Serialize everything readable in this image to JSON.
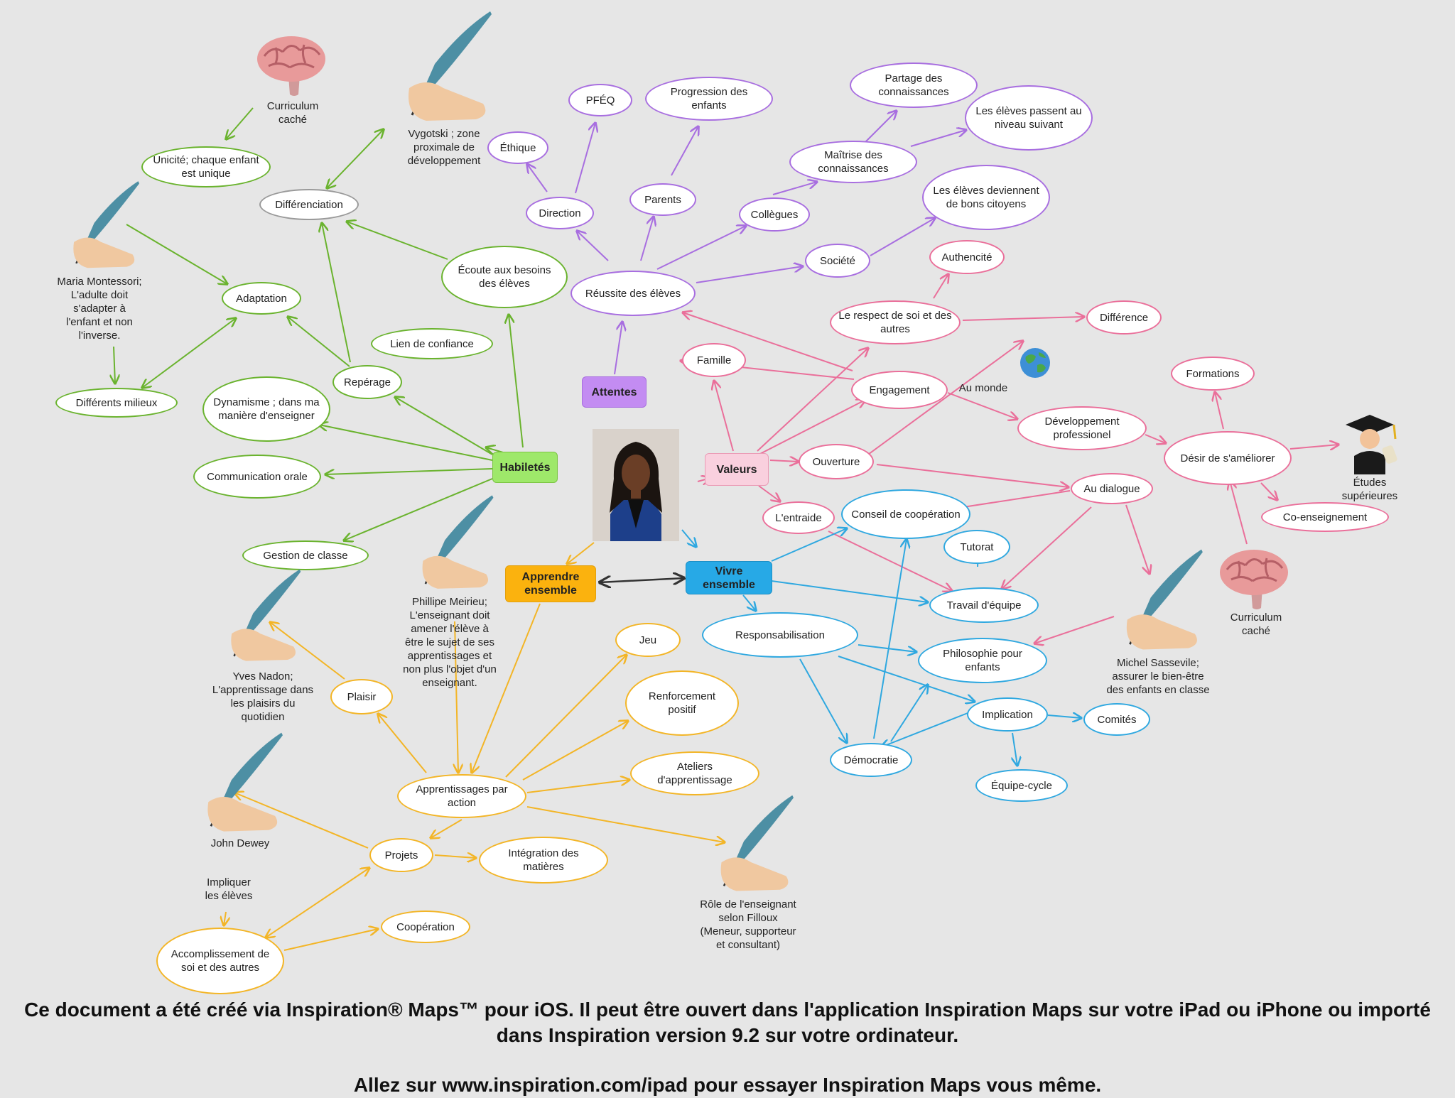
{
  "colors": {
    "green": "#6ab32e",
    "purple": "#a86ee0",
    "pink": "#ea6f9a",
    "blue": "#2fa8e0",
    "orange": "#f3b526",
    "dark": "#333333",
    "habiletes_fill": "#9ee86a",
    "attentes_fill": "#c38cf2",
    "valeurs_fill": "#f9d0de",
    "vivre_fill": "#27a9e6",
    "apprendre_fill": "#fbb20e"
  },
  "icons": {
    "quill": "quill-hand-icon",
    "brain": "brain-icon",
    "globe": "globe-icon",
    "graduate": "graduate-icon",
    "photo": "person-photo"
  },
  "nodes": {
    "habiletes": "Habiletés",
    "attentes": "Attentes",
    "valeurs": "Valeurs",
    "apprendre": "Apprendre ensemble",
    "vivre": "Vivre ensemble",
    "differenciation": "Différenciation",
    "unicite": "Unicité; chaque enfant est unique",
    "adaptation": "Adaptation",
    "differents_milieux": "Différents milieux",
    "ecoute": "Écoute aux besoins des élèves",
    "lien_confiance": "Lien de confiance",
    "reperage": "Repérage",
    "dynamisme": "Dynamisme ; dans ma manière d'enseigner",
    "communication": "Communication orale",
    "gestion": "Gestion de classe",
    "reussite": "Réussite des élèves",
    "direction": "Direction",
    "ethique": "Éthique",
    "pfeq": "PFÉQ",
    "parents": "Parents",
    "progression": "Progression des enfants",
    "collegues": "Collègues",
    "maitrise": "Maîtrise des connaissances",
    "partage": "Partage des connaissances",
    "niveau_suivant": "Les élèves passent au niveau suivant",
    "societe": "Société",
    "bons_citoyens": "Les élèves deviennent de bons citoyens",
    "authenticite": "Authencité",
    "respect": "Le respect de soi et des autres",
    "difference": "Différence",
    "famille": "Famille",
    "engagement": "Engagement",
    "developpement": "Développement professionel",
    "desir": "Désir de s'améliorer",
    "formations": "Formations",
    "co_enseignement": "Co-enseignement",
    "ouverture": "Ouverture",
    "au_dialogue": "Au dialogue",
    "entraide": "L'entraide",
    "conseil": "Conseil de coopération",
    "tutorat": "Tutorat",
    "travail_equipe": "Travail d'équipe",
    "responsabilisation": "Responsabilisation",
    "philosophie": "Philosophie pour enfants",
    "implication": "Implication",
    "comites": "Comités",
    "equipe_cycle": "Équipe-cycle",
    "democratie": "Démocratie",
    "jeu": "Jeu",
    "renforcement": "Renforcement positif",
    "ateliers": "Ateliers d'apprentissage",
    "apprentissages": "Apprentissages par action",
    "plaisir": "Plaisir",
    "projets": "Projets",
    "integration": "Intégration des matières",
    "cooperation": "Coopération",
    "accomplissement": "Accomplissement de soi et des autres"
  },
  "labels": {
    "curriculum_top": "Curriculum\ncaché",
    "vygotski": "Vygotski ; zone\nproximale de\ndéveloppement",
    "montessori": "Maria Montessori;\nL'adulte doit\ns'adapter à\nl'enfant et non\nl'inverse.",
    "meirieu": "Phillipe Meirieu;\nL'enseignant doit\namener l'élève à\nêtre le sujet de ses\napprentissages et\nnon plus l'objet d'un\nenseignant.",
    "nadon": "Yves Nadon;\nL'apprentissage dans\nles plaisirs du\nquotidien",
    "dewey": "John Dewey",
    "impliquer": "Impliquer\nles élèves",
    "filloux": "Rôle de l'enseignant\nselon Filloux\n(Meneur, supporteur\net consultant)",
    "sasseville": "Michel Sassevile;\nassurer le bien-être\ndes enfants en classe",
    "curriculum_right": "Curriculum\ncaché",
    "etudes": "Études\nsupérieures",
    "au_monde": "Au monde"
  },
  "footer": {
    "line1": "Ce document a été créé via Inspiration® Maps™ pour iOS. Il peut être ouvert dans l'application Inspiration Maps sur votre iPad ou iPhone ou importé dans Inspiration version 9.2 sur votre ordinateur.",
    "line2": "Allez sur www.inspiration.com/ipad pour essayer Inspiration Maps vous même."
  }
}
